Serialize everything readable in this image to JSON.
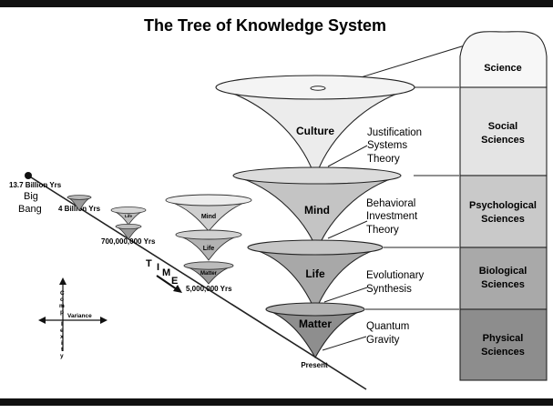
{
  "title": "The Tree of Knowledge System",
  "timeline": {
    "start_label": "13.7 Billion Yrs",
    "big_bang_line1": "Big",
    "big_bang_line2": "Bang",
    "labels": [
      "4 Billion Yrs",
      "700,000,000 Yrs",
      "5,000,000 Yrs"
    ],
    "time_letters": [
      "T",
      "I",
      "M",
      "E"
    ],
    "present": "Present"
  },
  "small_cones": {
    "early_life": "Life",
    "mid_mind": "Mind",
    "mid_life": "Life",
    "mid_matter": "Matter"
  },
  "cones": [
    {
      "label": "Culture",
      "theory": [
        "Justification",
        "Systems",
        "Theory"
      ],
      "fill": "#ececec"
    },
    {
      "label": "Mind",
      "theory": [
        "Behavioral",
        "Investment",
        "Theory"
      ],
      "fill": "#c4c4c4"
    },
    {
      "label": "Life",
      "theory": [
        "Evolutionary",
        "Synthesis"
      ],
      "fill": "#a8a8a8"
    },
    {
      "label": "Matter",
      "theory": [
        "Quantum",
        "Gravity"
      ],
      "fill": "#8e8e8e"
    }
  ],
  "column": [
    {
      "lines": [
        "Science"
      ],
      "fill": "#f7f7f7"
    },
    {
      "lines": [
        "Social",
        "Sciences"
      ],
      "fill": "#e4e4e4"
    },
    {
      "lines": [
        "Psychological",
        "Sciences"
      ],
      "fill": "#c9c9c9"
    },
    {
      "lines": [
        "Biological",
        "Sciences"
      ],
      "fill": "#a9a9a9"
    },
    {
      "lines": [
        "Physical",
        "Sciences"
      ],
      "fill": "#8d8d8d"
    }
  ],
  "axes": {
    "vertical": [
      "C",
      "o",
      "m",
      "p",
      "l",
      "e",
      "x",
      "i",
      "t",
      "y"
    ],
    "horizontal": "Variance"
  }
}
